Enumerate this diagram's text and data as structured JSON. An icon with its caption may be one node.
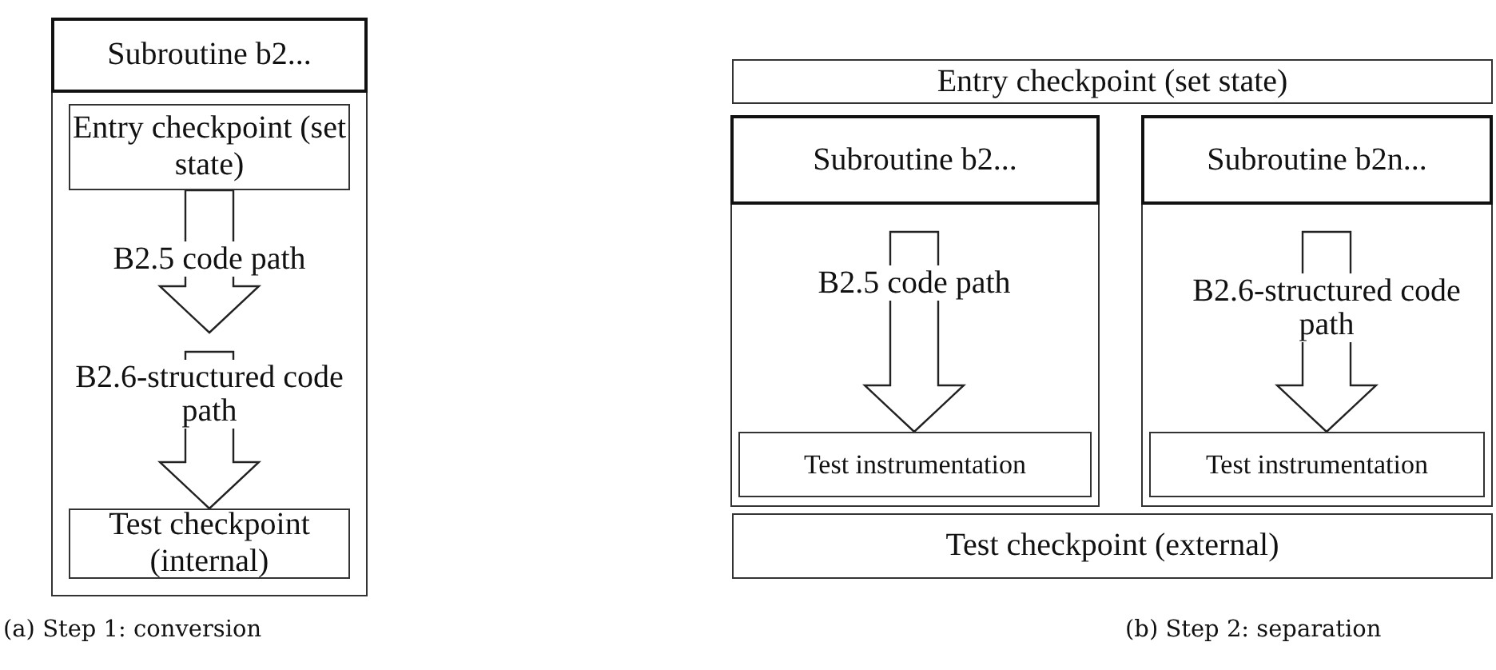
{
  "diagram": {
    "nodes": [
      {
        "text": [
          "Subroutine b2..."
        ]
      },
      {
        "text": [
          "Entry checkpoint (set state)"
        ],
        "in": 0
      },
      {
        "text": [
          "Test checkpoint (internal)"
        ],
        "in": 0
      },
      {
        "text": [
          "Entry checkpoint (set state)"
        ]
      },
      {
        "text": [
          "Subroutine b2..."
        ]
      },
      {
        "text": [
          "Test instrumentation"
        ],
        "in": 4
      },
      {
        "text": [
          "Subroutine b2n..."
        ]
      },
      {
        "text": [
          "Test instrumentation"
        ],
        "in": 6
      },
      {
        "text": [
          "Test checkpoint (external)"
        ]
      }
    ],
    "edges": [
      {
        "from": 1,
        "to": null,
        "arrow": "to",
        "label": "B2.5 code path"
      },
      {
        "from": null,
        "to": 2,
        "arrow": "to",
        "label": "B2.6-structured code path"
      },
      {
        "from": null,
        "to": 5,
        "arrow": "to",
        "label": "B2.5 code path"
      },
      {
        "from": null,
        "to": 7,
        "arrow": "to",
        "label": "B2.6-structured code path"
      }
    ],
    "labels": [
      "(a) Step 1: conversion",
      "(b) Step 2: separation"
    ]
  }
}
